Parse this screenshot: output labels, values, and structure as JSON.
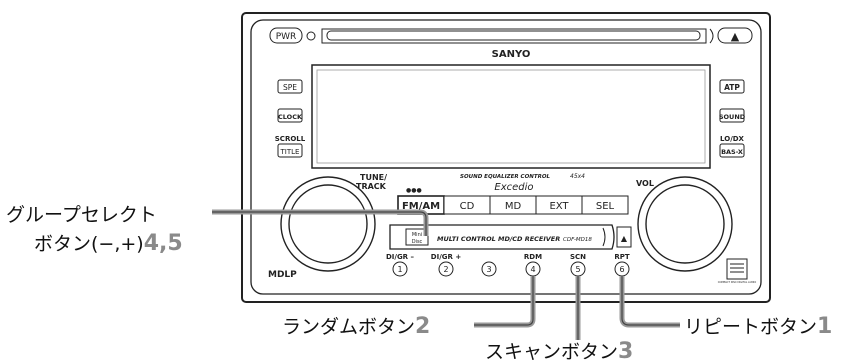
{
  "device": {
    "brand": "SANYO",
    "pwr": "PWR",
    "eject_symbol": "▲",
    "left_buttons": [
      "SPE",
      "CLOCK",
      "SCROLL",
      "TITLE"
    ],
    "right_buttons": [
      "ATP",
      "SOUND",
      "LO/DX",
      "BAS-X"
    ],
    "tune_label_1": "TUNE/",
    "tune_label_2": "TRACK",
    "vol_label": "VOL",
    "eq_label": "SOUND EQUALIZER CONTROL",
    "eq_model": "45x4",
    "excedio": "Excedio",
    "source_buttons": [
      "FM/AM",
      "CD",
      "MD",
      "EXT",
      "SEL"
    ],
    "md_logo_1": "Mini",
    "md_logo_2": "Disc",
    "multi_label": "MULTI CONTROL MD/CD RECEIVER",
    "model": "CDF-MD18",
    "presets": [
      {
        "label": "DI/GR –",
        "num": "1"
      },
      {
        "label": "DI/GR +",
        "num": "2"
      },
      {
        "label": "",
        "num": "3"
      },
      {
        "label": "RDM",
        "num": "4"
      },
      {
        "label": "SCN",
        "num": "5"
      },
      {
        "label": "RPT",
        "num": "6"
      }
    ],
    "mdlp": "MDLP",
    "cd_logo": "COMPACT DISC DIGITAL AUDIO"
  },
  "callouts": {
    "group_1": "グループセレクト",
    "group_2": "ボタン(−,+)",
    "group_num": "4,5",
    "random": "ランダムボタン",
    "random_num": "2",
    "scan": "スキャンボタン",
    "scan_num": "3",
    "repeat": "リピートボタン",
    "repeat_num": "1"
  }
}
